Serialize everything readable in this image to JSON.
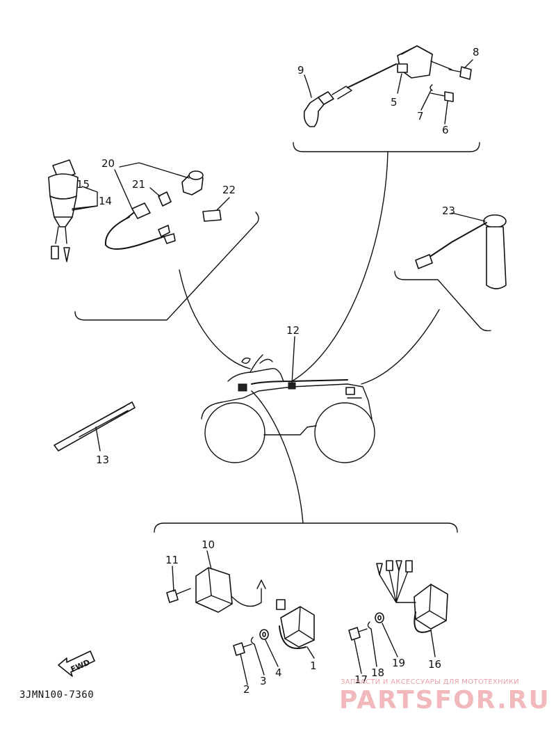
{
  "callouts": [
    "1",
    "2",
    "3",
    "4",
    "5",
    "6",
    "7",
    "8",
    "9",
    "10",
    "11",
    "12",
    "13",
    "14",
    "15",
    "16",
    "17",
    "18",
    "19",
    "20",
    "21",
    "22",
    "23"
  ],
  "diagram_code": "3JMN100-7360",
  "fwd_label": "FWD",
  "watermark": {
    "tagline": "ЗАПЧАСТИ И АКСЕССУАРЫ ДЛЯ МОТОТЕХНИКИ",
    "brand": "PARTSFOR.RU"
  }
}
